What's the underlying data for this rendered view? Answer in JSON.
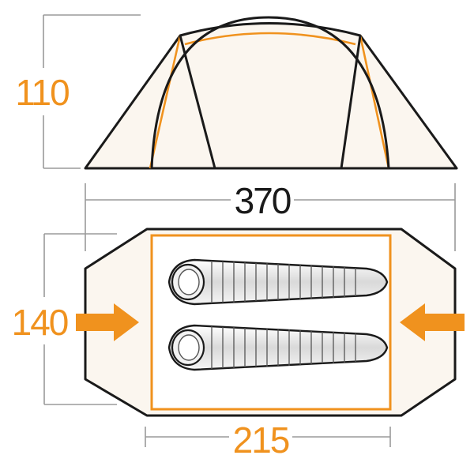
{
  "dimensions": {
    "height": "110",
    "length": "370",
    "width": "140",
    "inner_length": "215"
  },
  "colors": {
    "accent": "#F0921E",
    "outline": "#1A1A1A",
    "fill": "#FBF6EF",
    "dim_line": "#9A9A9A",
    "text_dark": "#1A1A1A"
  },
  "icons": {
    "left_arrow": "door-entry-arrow-right",
    "right_arrow": "door-entry-arrow-left",
    "sleeping_bag": "sleeping-bag-icon"
  }
}
